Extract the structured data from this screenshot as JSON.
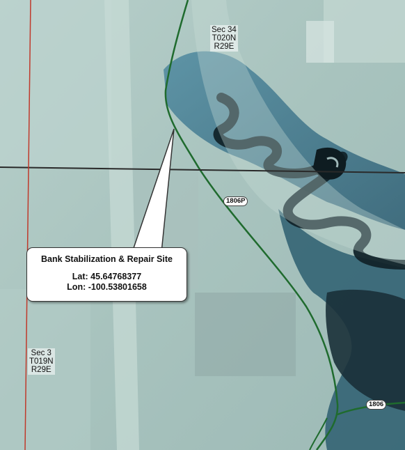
{
  "sections": {
    "sec34": {
      "line1": "Sec 34",
      "line2": "T020N",
      "line3": "R29E"
    },
    "sec3": {
      "line1": "Sec 3",
      "line2": "T019N",
      "line3": "R29E"
    }
  },
  "road_shields": {
    "upper": "1806P",
    "lower": "1806"
  },
  "callout": {
    "title": "Bank Stabilization & Repair Site",
    "lat": "Lat: 45.64768377",
    "lon": "Lon: -100.53801658"
  },
  "colors": {
    "road_line": "#1f6b2e",
    "section_line": "#2a2a2a",
    "boundary_line": "#c0392b",
    "river": "#12242a"
  }
}
